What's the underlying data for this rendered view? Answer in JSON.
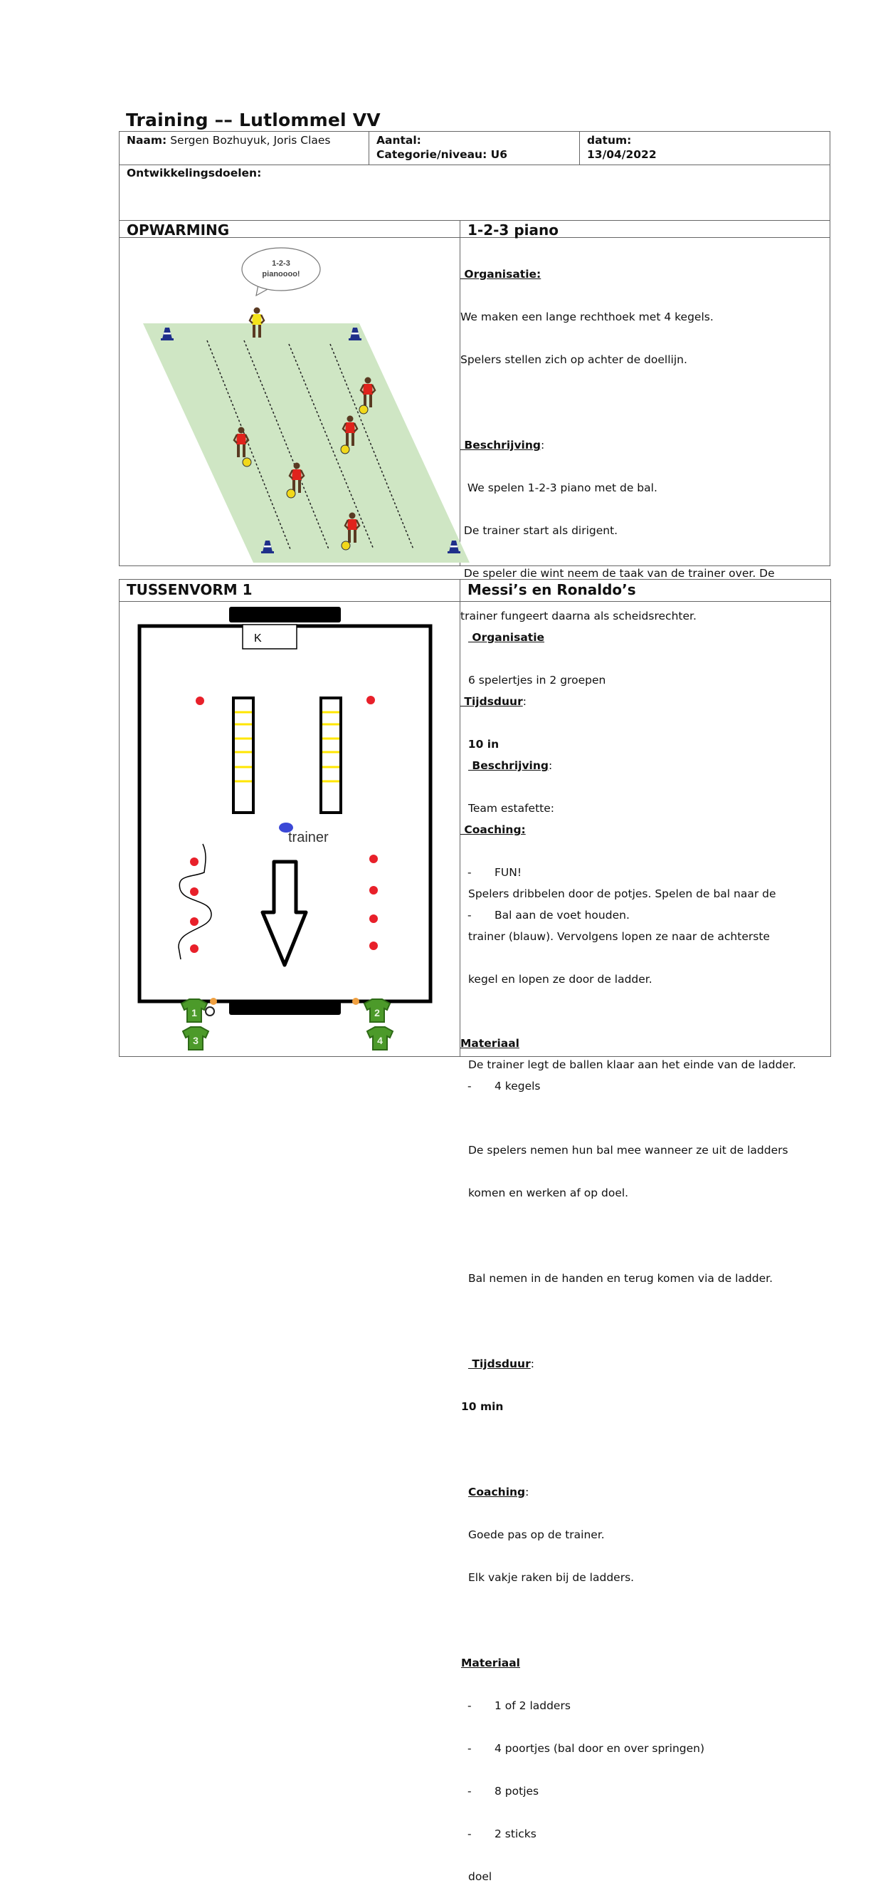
{
  "document": {
    "title": "Training –– Lutlommel VV"
  },
  "info": {
    "naam_label": "Naam:",
    "naam_value": "Sergen Bozhuyuk, Joris Claes",
    "aantal_label": "Aantal:",
    "categorie_label": "Categorie/niveau: U6",
    "datum_label": "datum:",
    "datum_value": "13/04/2022",
    "ontwikkelingsdoelen_label": "Ontwikkelingsdoelen:"
  },
  "opwarming": {
    "section": "OPWARMING",
    "name": "1-2-3 piano",
    "bubble_line1": "1-2-3",
    "bubble_line2": "pianoooo!",
    "organisatie_h": " Organisatie:",
    "organisatie": [
      "We maken een lange rechthoek met 4 kegels.",
      "Spelers stellen zich op achter de doellijn."
    ],
    "beschrijving_h": " Beschrijving",
    "beschrijving": [
      "  We spelen 1-2-3 piano met de bal.",
      " De trainer start als dirigent.",
      " De speler die wint neem de taak van de trainer over. De",
      "trainer fungeert daarna als scheidsrechter."
    ],
    "tijdsduur_h": " Tijdsduur",
    "tijdsduur": "  10 in",
    "coaching_h": " Coaching:",
    "coaching": [
      "FUN!",
      "Bal aan de voet houden."
    ],
    "materiaal_h": "Materiaal",
    "materiaal": [
      "4 kegels"
    ]
  },
  "tussenvorm": {
    "section": "TUSSENVORM 1",
    "name": "Messi’s en Ronaldo’s",
    "keeper_label": "K",
    "trainer_label": "trainer",
    "shirts": [
      "1",
      "2",
      "3",
      "4"
    ],
    "organisatie_h": " Organisatie",
    "organisatie": "6 spelertjes in 2 groepen",
    "beschrijving_h": " Beschrijving",
    "beschrijving": [
      "Team estafette:",
      "",
      "Spelers dribbelen door de potjes. Spelen de bal naar de",
      "trainer (blauw). Vervolgens lopen ze naar de achterste",
      "kegel en lopen ze door de ladder.",
      "",
      "De trainer legt de ballen klaar aan het einde van de ladder.",
      "",
      "De spelers nemen hun bal mee wanneer ze uit de ladders",
      "komen en werken af op doel.",
      "",
      "Bal nemen in de handen en terug komen via de ladder."
    ],
    "tijdsduur_h": " Tijdsduur",
    "tijdsduur": "10 min",
    "coaching_h": "Coaching",
    "coaching": [
      "Goede pas op de trainer.",
      "Elk vakje raken bij de ladders."
    ],
    "materiaal_h": "Materiaal",
    "materiaal": [
      "1 of 2 ladders",
      "4 poortjes (bal door en over springen)",
      "8 potjes",
      "2 sticks"
    ],
    "materiaal_extra": "doel"
  },
  "colors": {
    "field_green": "#cfe6c4",
    "cone_blue": "#1f2f8a",
    "bib_red": "#e0231c",
    "bib_yellow": "#f5e31a",
    "ladder_yellow": "#ffe600",
    "pot_red": "#e8202a",
    "trainer_blue": "#3b48d6",
    "shirt_green": "#4c9a2a"
  }
}
